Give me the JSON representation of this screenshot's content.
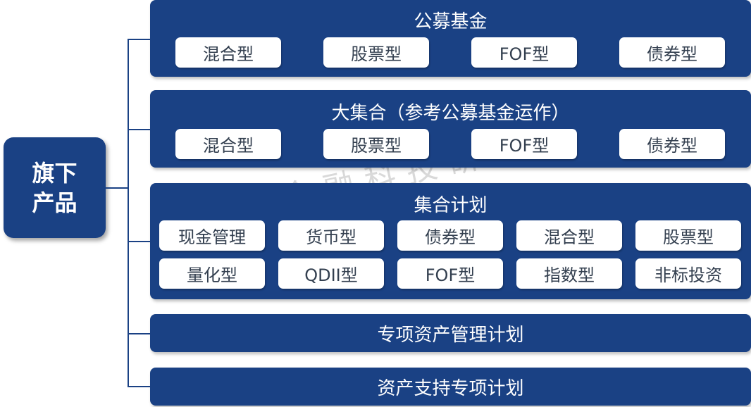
{
  "root": {
    "line1": "旗下",
    "line2": "产品"
  },
  "panels": {
    "public_fund": {
      "title": "公募基金",
      "items": [
        "混合型",
        "股票型",
        "FOF型",
        "债券型"
      ]
    },
    "big_collective": {
      "title": "大集合（参考公募基金运作）",
      "items": [
        "混合型",
        "股票型",
        "FOF型",
        "债券型"
      ]
    },
    "collective_plan": {
      "title": "集合计划",
      "row1": [
        "现金管理",
        "货币型",
        "债券型",
        "混合型",
        "股票型"
      ],
      "row2": [
        "量化型",
        "QDII型",
        "FOF型",
        "指数型",
        "非标投资"
      ]
    },
    "special_asset_plan": {
      "title": "专项资产管理计划"
    },
    "abs_plan": {
      "title": "资产支持专项计划"
    }
  },
  "watermark": "华锐金融科技研究所"
}
